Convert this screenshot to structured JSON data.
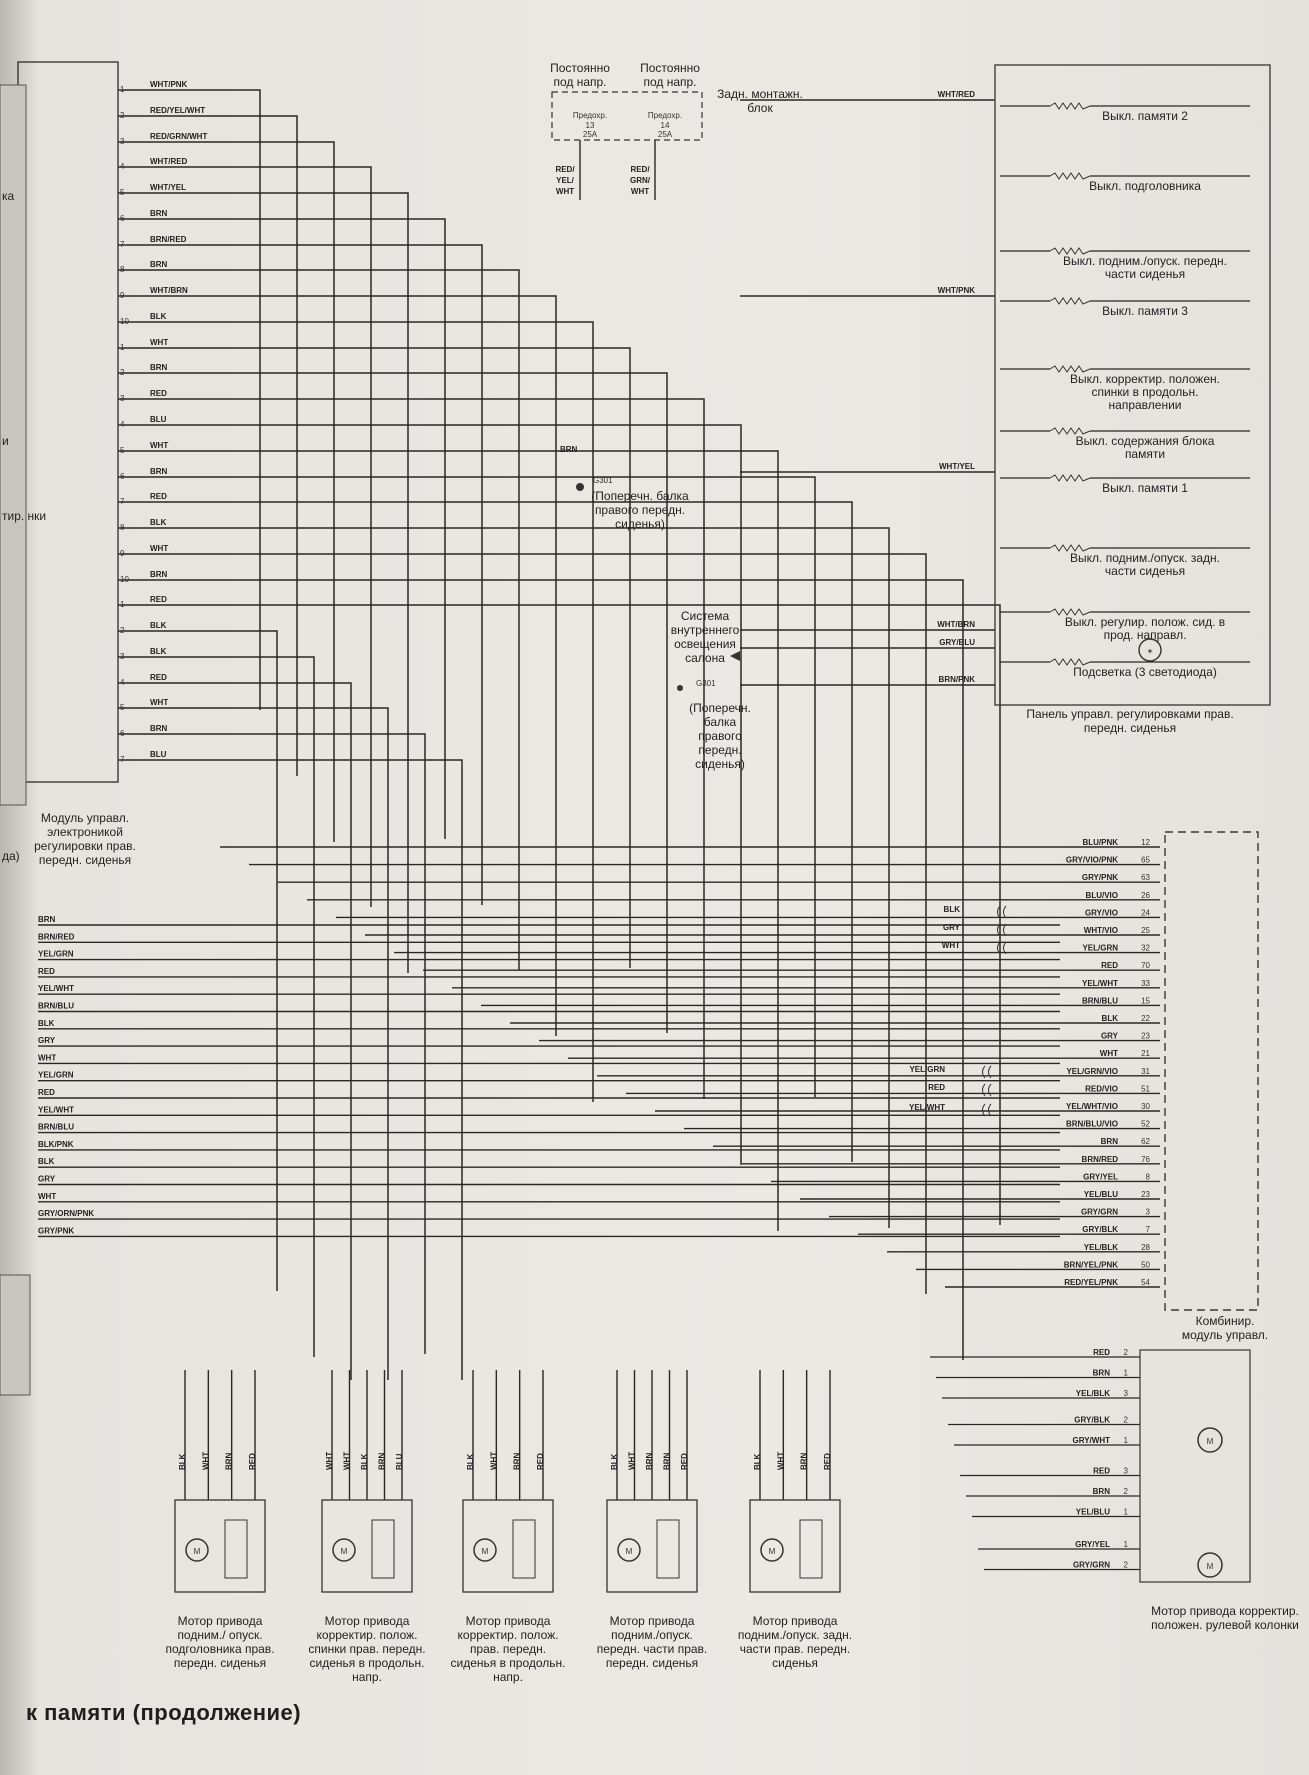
{
  "header": {
    "fuse_13_label": "Постоянно под напр.",
    "fuse_14_label": "Постоянно под напр.",
    "fuse_box": "Задн. монтажн. блок",
    "fuse_13_name": "Предохр.",
    "fuse_13_num": "13",
    "fuse_13_amp": "25A",
    "fuse_14_name": "Предохр.",
    "fuse_14_num": "14",
    "fuse_14_amp": "25A",
    "fuse_13_wire": "RED/ YEL/ WHT",
    "fuse_14_wire": "RED/ GRN/ WHT"
  },
  "switch_panel": {
    "title": "Панель управл. регулировками прав. передн. сиденья",
    "items": [
      "Выкл. памяти 2",
      "Выкл. подголовника",
      "Выкл. подним./опуск. передн. части сиденья",
      "Выкл. памяти 3",
      "Выкл. корректир. положен. спинки в продольн. направлении",
      "Выкл. содержания блока памяти",
      "Выкл. памяти 1",
      "Выкл. подним./опуск. задн. части сиденья",
      "Выкл. регулир. полож. сид. в прод. направл.",
      "Подсветка (3 светодиода)"
    ],
    "wires": [
      "WHT/RED",
      "WHT/PNK",
      "WHT/YEL",
      "WHT/BRN",
      "GRY/BLU",
      "BRN/PNK"
    ]
  },
  "grounds": {
    "g301a_id": "G301",
    "g301a_wire": "BRN",
    "g301a_desc": "(Поперечн. балка правого передн. сиденья)",
    "g301b_id": "G301",
    "g301b_desc": "(Поперечн. балка правого передн. сиденья)"
  },
  "interior_light": "Система внутреннего освещения салона",
  "module_left": {
    "title": "Модуль управл. электроникой регулировки прав. передн. сиденья",
    "top_wires": [
      "WHT/PNK",
      "RED/YEL/WHT",
      "RED/GRN/WHT",
      "WHT/RED",
      "WHT/YEL",
      "BRN",
      "BRN/RED",
      "BRN",
      "WHT/BRN",
      "BLK",
      "WHT",
      "BRN",
      "RED",
      "BLU",
      "WHT",
      "BRN",
      "RED",
      "BLK",
      "WHT",
      "BRN",
      "RED",
      "BLK",
      "BLK",
      "RED",
      "WHT",
      "BRN",
      "BLU"
    ],
    "bottom_wires": [
      "BRN",
      "BRN/RED",
      "YEL/GRN",
      "RED",
      "YEL/WHT",
      "BRN/BLU",
      "BLK",
      "GRY",
      "WHT",
      "YEL/GRN",
      "RED",
      "YEL/WHT",
      "BRN/BLU",
      "BLK/PNK",
      "BLK",
      "GRY",
      "WHT",
      "GRY/ORN/PNK",
      "GRY/PNK"
    ],
    "side_fragments": [
      "ка",
      "и",
      "тир. нки",
      "да)"
    ]
  },
  "combo_module": {
    "title": "Комбинир. модуль управл.",
    "pins": [
      {
        "wire": "BLU/PNK",
        "pin": "12"
      },
      {
        "wire": "GRY/VIO/PNK",
        "pin": "65"
      },
      {
        "wire": "GRY/PNK",
        "pin": "63"
      },
      {
        "wire": "BLU/VIO",
        "pin": "26"
      },
      {
        "wire": "GRY/VIO",
        "pin": "24"
      },
      {
        "wire": "WHT/VIO",
        "pin": "25"
      },
      {
        "wire": "YEL/GRN",
        "pin": "32"
      },
      {
        "wire": "RED",
        "pin": "70"
      },
      {
        "wire": "YEL/WHT",
        "pin": "33"
      },
      {
        "wire": "BRN/BLU",
        "pin": "15"
      },
      {
        "wire": "BLK",
        "pin": "22"
      },
      {
        "wire": "GRY",
        "pin": "23"
      },
      {
        "wire": "WHT",
        "pin": "21"
      },
      {
        "wire": "YEL/GRN/VIO",
        "pin": "31"
      },
      {
        "wire": "RED/VIO",
        "pin": "51"
      },
      {
        "wire": "YEL/WHT/VIO",
        "pin": "30"
      },
      {
        "wire": "BRN/BLU/VIO",
        "pin": "52"
      },
      {
        "wire": "BRN",
        "pin": "62"
      },
      {
        "wire": "BRN/RED",
        "pin": "76"
      },
      {
        "wire": "GRY/YEL",
        "pin": "8"
      },
      {
        "wire": "YEL/BLU",
        "pin": "23"
      },
      {
        "wire": "GRY/GRN",
        "pin": "3"
      },
      {
        "wire": "GRY/BLK",
        "pin": "7"
      },
      {
        "wire": "YEL/BLK",
        "pin": "28"
      },
      {
        "wire": "BRN/YEL/PNK",
        "pin": "50"
      },
      {
        "wire": "RED/YEL/PNK",
        "pin": "54"
      }
    ],
    "side_wires": [
      "BLK",
      "GRY",
      "WHT",
      "YEL/GRN",
      "RED",
      "YEL/WHT"
    ]
  },
  "column_motor": {
    "title": "Мотор привода корректир. положен. рулевой колонки",
    "wires": [
      {
        "wire": "RED",
        "pin": "2"
      },
      {
        "wire": "BRN",
        "pin": "1"
      },
      {
        "wire": "YEL/BLK",
        "pin": "3"
      },
      {
        "wire": "GRY/BLK",
        "pin": "2"
      },
      {
        "wire": "GRY/WHT",
        "pin": "1"
      },
      {
        "wire": "RED",
        "pin": "3"
      },
      {
        "wire": "BRN",
        "pin": "2"
      },
      {
        "wire": "YEL/BLU",
        "pin": "1"
      },
      {
        "wire": "GRY/YEL",
        "pin": "1"
      },
      {
        "wire": "GRY/GRN",
        "pin": "2"
      }
    ]
  },
  "motors": [
    {
      "title": "Мотор привода подним./ опуск. подголовника прав. передн. сиденья",
      "wires": [
        "BLK",
        "WHT",
        "BRN",
        "RED"
      ]
    },
    {
      "title": "Мотор привода корректир. полож. спинки прав. передн. сиденья в продольн. напр.",
      "wires": [
        "WHT",
        "WHT",
        "BLK",
        "BRN",
        "BLU"
      ]
    },
    {
      "title": "Мотор привода корректир. полож. прав. передн. сиденья в продольн. напр.",
      "wires": [
        "BLK",
        "WHT",
        "BRN",
        "RED"
      ]
    },
    {
      "title": "Мотор привода подним./опуск. передн. части прав. передн. сиденья",
      "wires": [
        "BLK",
        "WHT",
        "BRN",
        "BRN",
        "RED"
      ]
    },
    {
      "title": "Мотор привода подним./опуск. задн. части прав. передн. сиденья",
      "wires": [
        "BLK",
        "WHT",
        "BRN",
        "RED"
      ]
    }
  ],
  "footer": {
    "title": "к памяти (продолжение)"
  },
  "colors": {
    "wire": "#2a2725",
    "paper": "#e8e6e1",
    "dashed_box": "#3a3836"
  }
}
